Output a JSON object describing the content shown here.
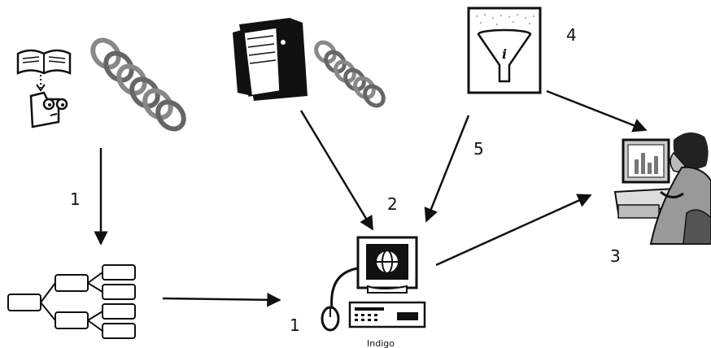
{
  "labels": {
    "edge_1a": "1",
    "edge_1b": "1",
    "edge_2": "2",
    "user_3": "3",
    "filter_4": "4",
    "edge_5": "5",
    "computer_caption": "Indigo"
  },
  "icons": {
    "book_reader": "book-reader-icon",
    "chain_large": "chain-icon",
    "folder": "folder-icon",
    "chain_small": "chain-icon",
    "filter": "funnel-filter-icon",
    "hierarchy": "tree-hierarchy-icon",
    "computer": "computer-globe-icon",
    "user": "person-at-computer-icon"
  },
  "colors": {
    "ink": "#111111",
    "chain": "#888888",
    "background": "#ffffff"
  }
}
